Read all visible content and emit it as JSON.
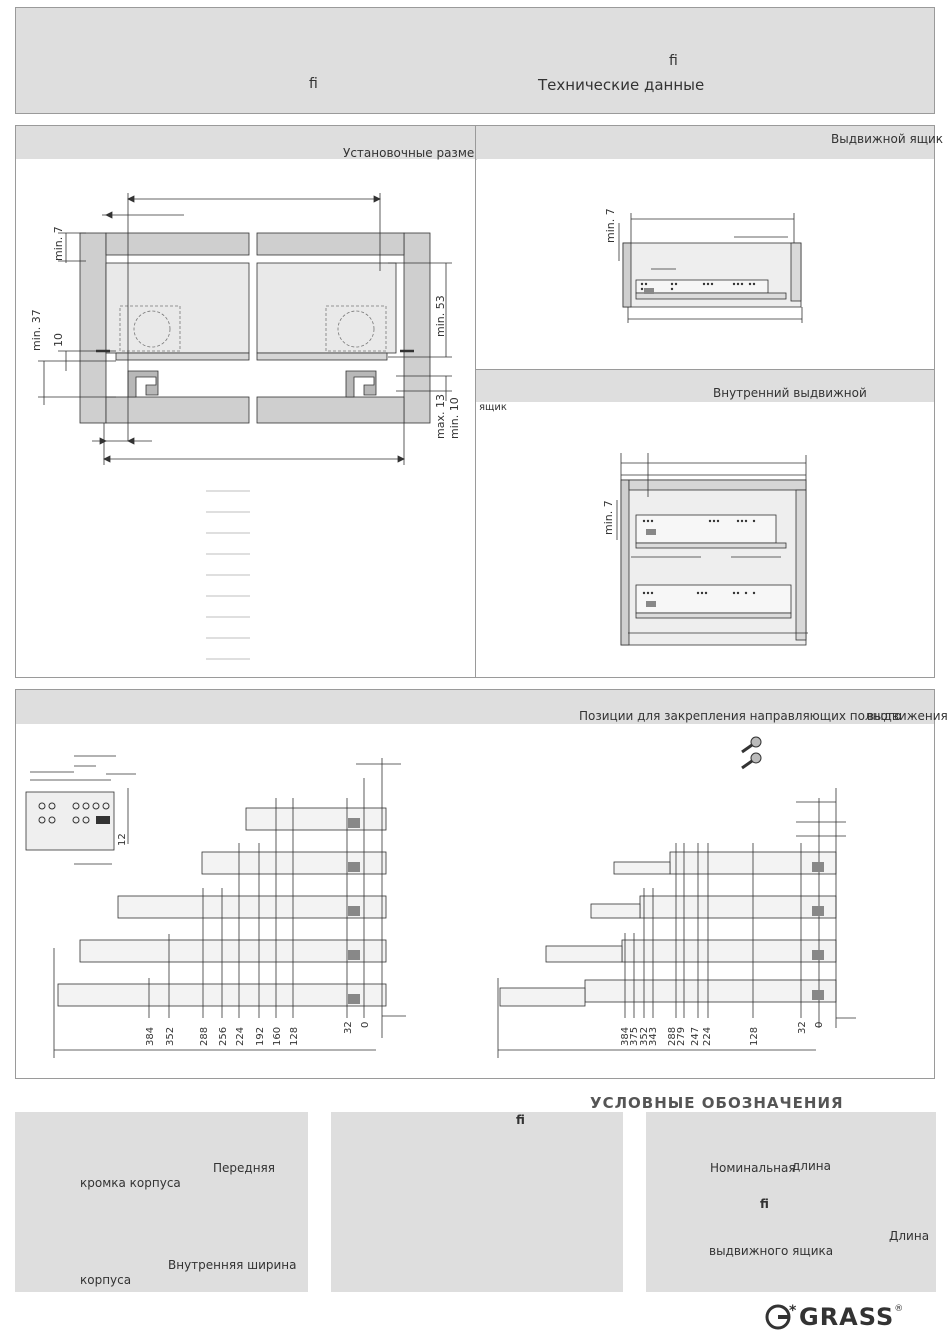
{
  "header": {
    "ligature_1": "ﬁ",
    "ligature_2": "ﬁ",
    "title": "Технические данные"
  },
  "install_section": {
    "title": "Установочные размеры",
    "dims": [
      "min. 7",
      "min. 37",
      "10",
      "min. 53",
      "max. 13",
      "min. 10"
    ]
  },
  "drawer_section": {
    "title": "Выдвижной ящик",
    "dim": "min. 7"
  },
  "inner_drawer_section": {
    "title_line1": "Внутренний выдвижной",
    "title_line2": "ящик",
    "dim": "min. 7"
  },
  "mounting_section": {
    "title_part1": "Позиции для закрепления направляющих полного",
    "title_part2": "выдвижения",
    "detail_dim": "12",
    "left_scale": [
      "384",
      "352",
      "288",
      "256",
      "224",
      "192",
      "160",
      "128",
      "32",
      "0"
    ],
    "right_scale": [
      "384",
      "375",
      "352",
      "343",
      "288",
      "279",
      "247",
      "224",
      "128",
      "32",
      "0"
    ]
  },
  "legend": {
    "title": "УСЛОВНЫЕ ОБОЗНАЧЕНИЯ",
    "box1": {
      "front_line1": "Передняя",
      "front_line2": "кромка корпуса",
      "width_line1": "Внутренняя ширина",
      "width_line2": "корпуса"
    },
    "box2": {
      "ligature": "ﬁ"
    },
    "box3": {
      "nominal_a": "Номинальная",
      "nominal_b": "длина",
      "ligature": "ﬁ",
      "length_line1": "Длина",
      "length_line2": "выдвижного ящика"
    }
  },
  "brand": {
    "name": "GRASS",
    "mark": "®"
  }
}
